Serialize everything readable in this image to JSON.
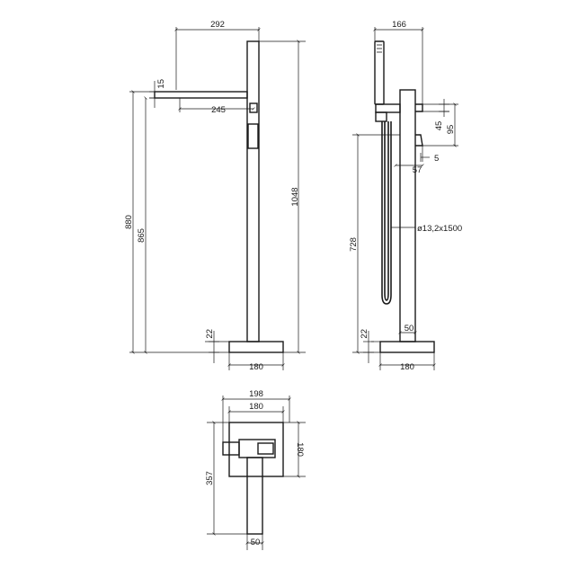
{
  "front_view": {
    "dim_top_width": "292",
    "dim_spout_thickness": "15",
    "dim_spout_projection": "245",
    "dim_spout_height": "880",
    "dim_outlet_height": "865",
    "dim_total_height": "1048",
    "dim_base_thickness": "22",
    "dim_base_width": "180"
  },
  "side_view": {
    "dim_top_width": "166",
    "dim_lever_45": "45",
    "dim_lever_95": "95",
    "dim_lever_5": "5",
    "dim_spout_57": "57",
    "dim_holder_height": "728",
    "hose_spec": "ø13,2x1500",
    "dim_column_50": "50",
    "dim_base_thickness": "22",
    "dim_base_width": "180"
  },
  "plan_view": {
    "dim_overall_198": "198",
    "dim_base_180_top": "180",
    "dim_base_180_right": "180",
    "dim_depth_357": "357",
    "dim_column_50": "50"
  }
}
